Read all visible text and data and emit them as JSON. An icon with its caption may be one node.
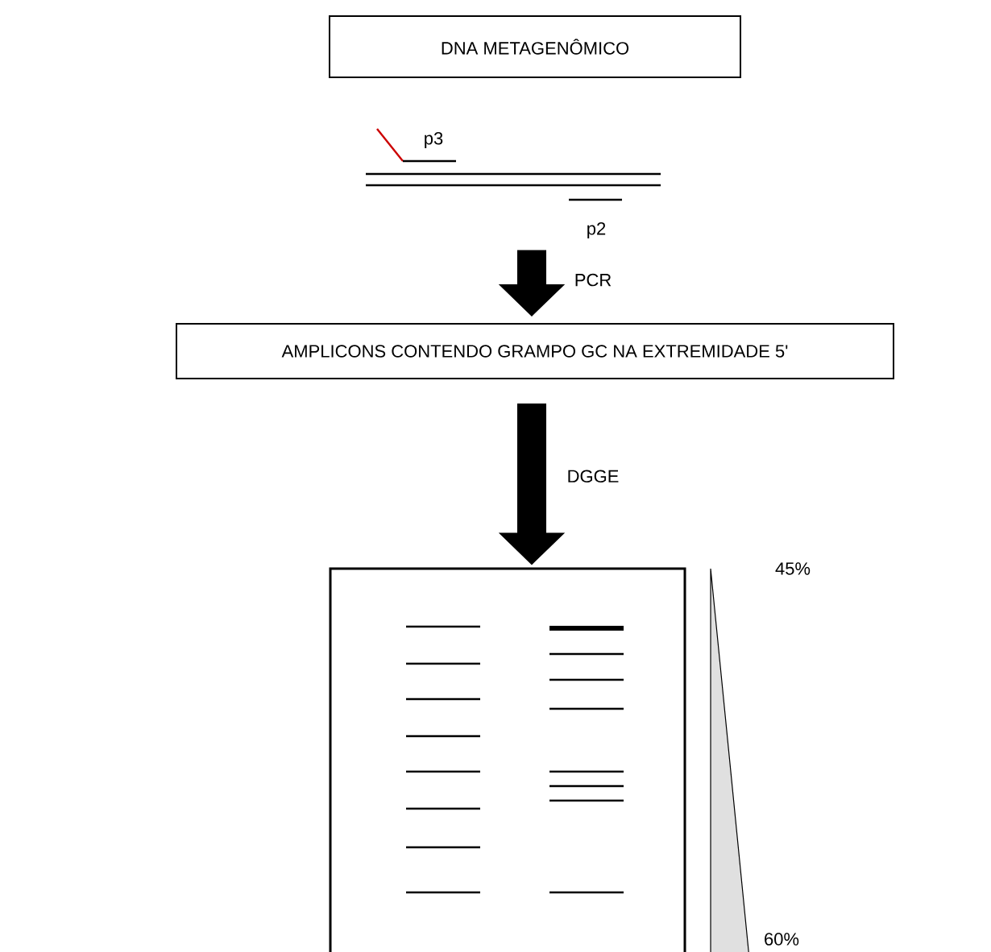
{
  "diagram": {
    "nodes": [
      {
        "text": [
          "DNA METAGENÔMICO"
        ]
      },
      {
        "text": [],
        "shape": "picture"
      },
      {
        "text": [
          "AMPLICONS CONTENDO GRAMPO GC NA EXTREMIDADE 5'"
        ]
      },
      {
        "text": [],
        "shape": "picture"
      }
    ],
    "edges": [
      {
        "from": 1,
        "to": 2,
        "arrow": "to",
        "label": "PCR"
      },
      {
        "from": 2,
        "to": 3,
        "arrow": "to",
        "label": "DGGE"
      }
    ],
    "labels": [
      "p3",
      "p2",
      "45%",
      "60%"
    ]
  }
}
